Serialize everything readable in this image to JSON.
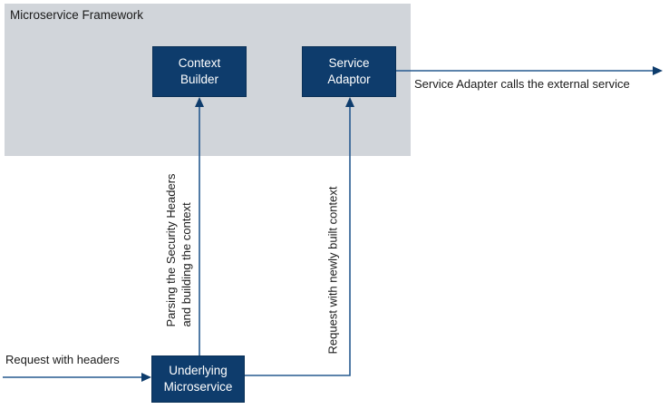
{
  "framework": {
    "label": "Microservice Framework"
  },
  "nodes": {
    "context_builder": {
      "label": "Context\nBuilder"
    },
    "service_adaptor": {
      "label": "Service\nAdaptor"
    },
    "underlying_microservice": {
      "label": "Underlying\nMicroservice"
    }
  },
  "edges": {
    "request_with_headers": {
      "label": "Request with headers"
    },
    "parsing_headers": {
      "label": "Parsing the Security Headers\nand building the context"
    },
    "newly_built_context": {
      "label": "Request with newly built context"
    },
    "external_call": {
      "label": "Service Adapter calls the external service"
    }
  },
  "colors": {
    "navy": "#0e3c6c",
    "gray": "#d1d5da",
    "line": "#265a8f",
    "arrow": "#0e3c6c",
    "text": "#1a1a1a",
    "node_text": "#ffffff",
    "background": "#ffffff"
  }
}
